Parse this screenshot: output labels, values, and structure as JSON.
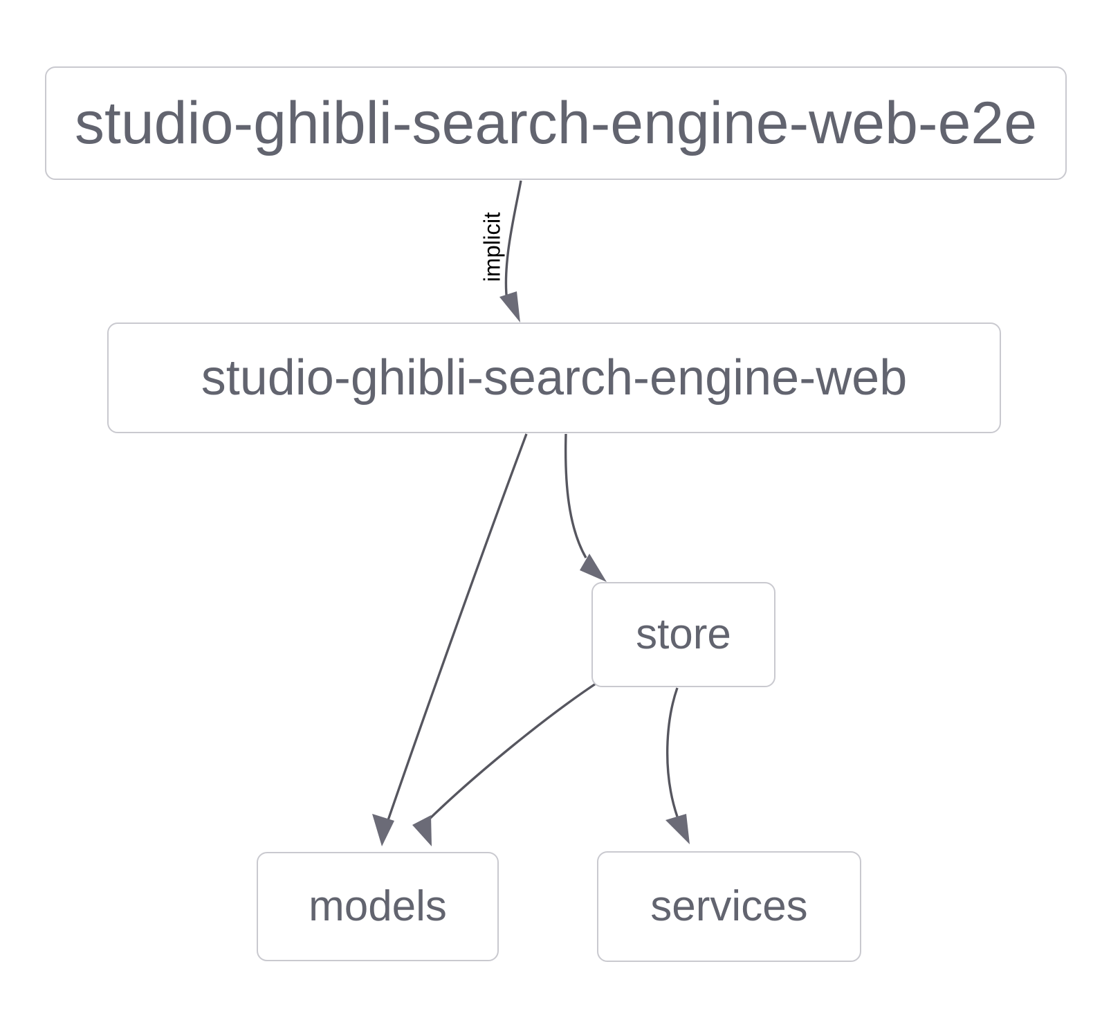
{
  "diagram": {
    "type": "dependency-graph",
    "background_color": "#ffffff",
    "node_border_color": "#c9c9cf",
    "node_text_color": "#62646f",
    "edge_color": "#56565f",
    "arrowhead_color": "#6b6b77",
    "edge_label_color": "#000000",
    "nodes": [
      {
        "id": "studio-ghibli-search-engine-web-e2e",
        "label": "studio-ghibli-search-engine-web-e2e"
      },
      {
        "id": "studio-ghibli-search-engine-web",
        "label": "studio-ghibli-search-engine-web"
      },
      {
        "id": "store",
        "label": "store"
      },
      {
        "id": "models",
        "label": "models"
      },
      {
        "id": "services",
        "label": "services"
      }
    ],
    "edges": [
      {
        "from": "studio-ghibli-search-engine-web-e2e",
        "to": "studio-ghibli-search-engine-web",
        "label": "implicit"
      },
      {
        "from": "studio-ghibli-search-engine-web",
        "to": "models",
        "label": ""
      },
      {
        "from": "studio-ghibli-search-engine-web",
        "to": "store",
        "label": ""
      },
      {
        "from": "store",
        "to": "models",
        "label": ""
      },
      {
        "from": "store",
        "to": "services",
        "label": ""
      }
    ]
  }
}
